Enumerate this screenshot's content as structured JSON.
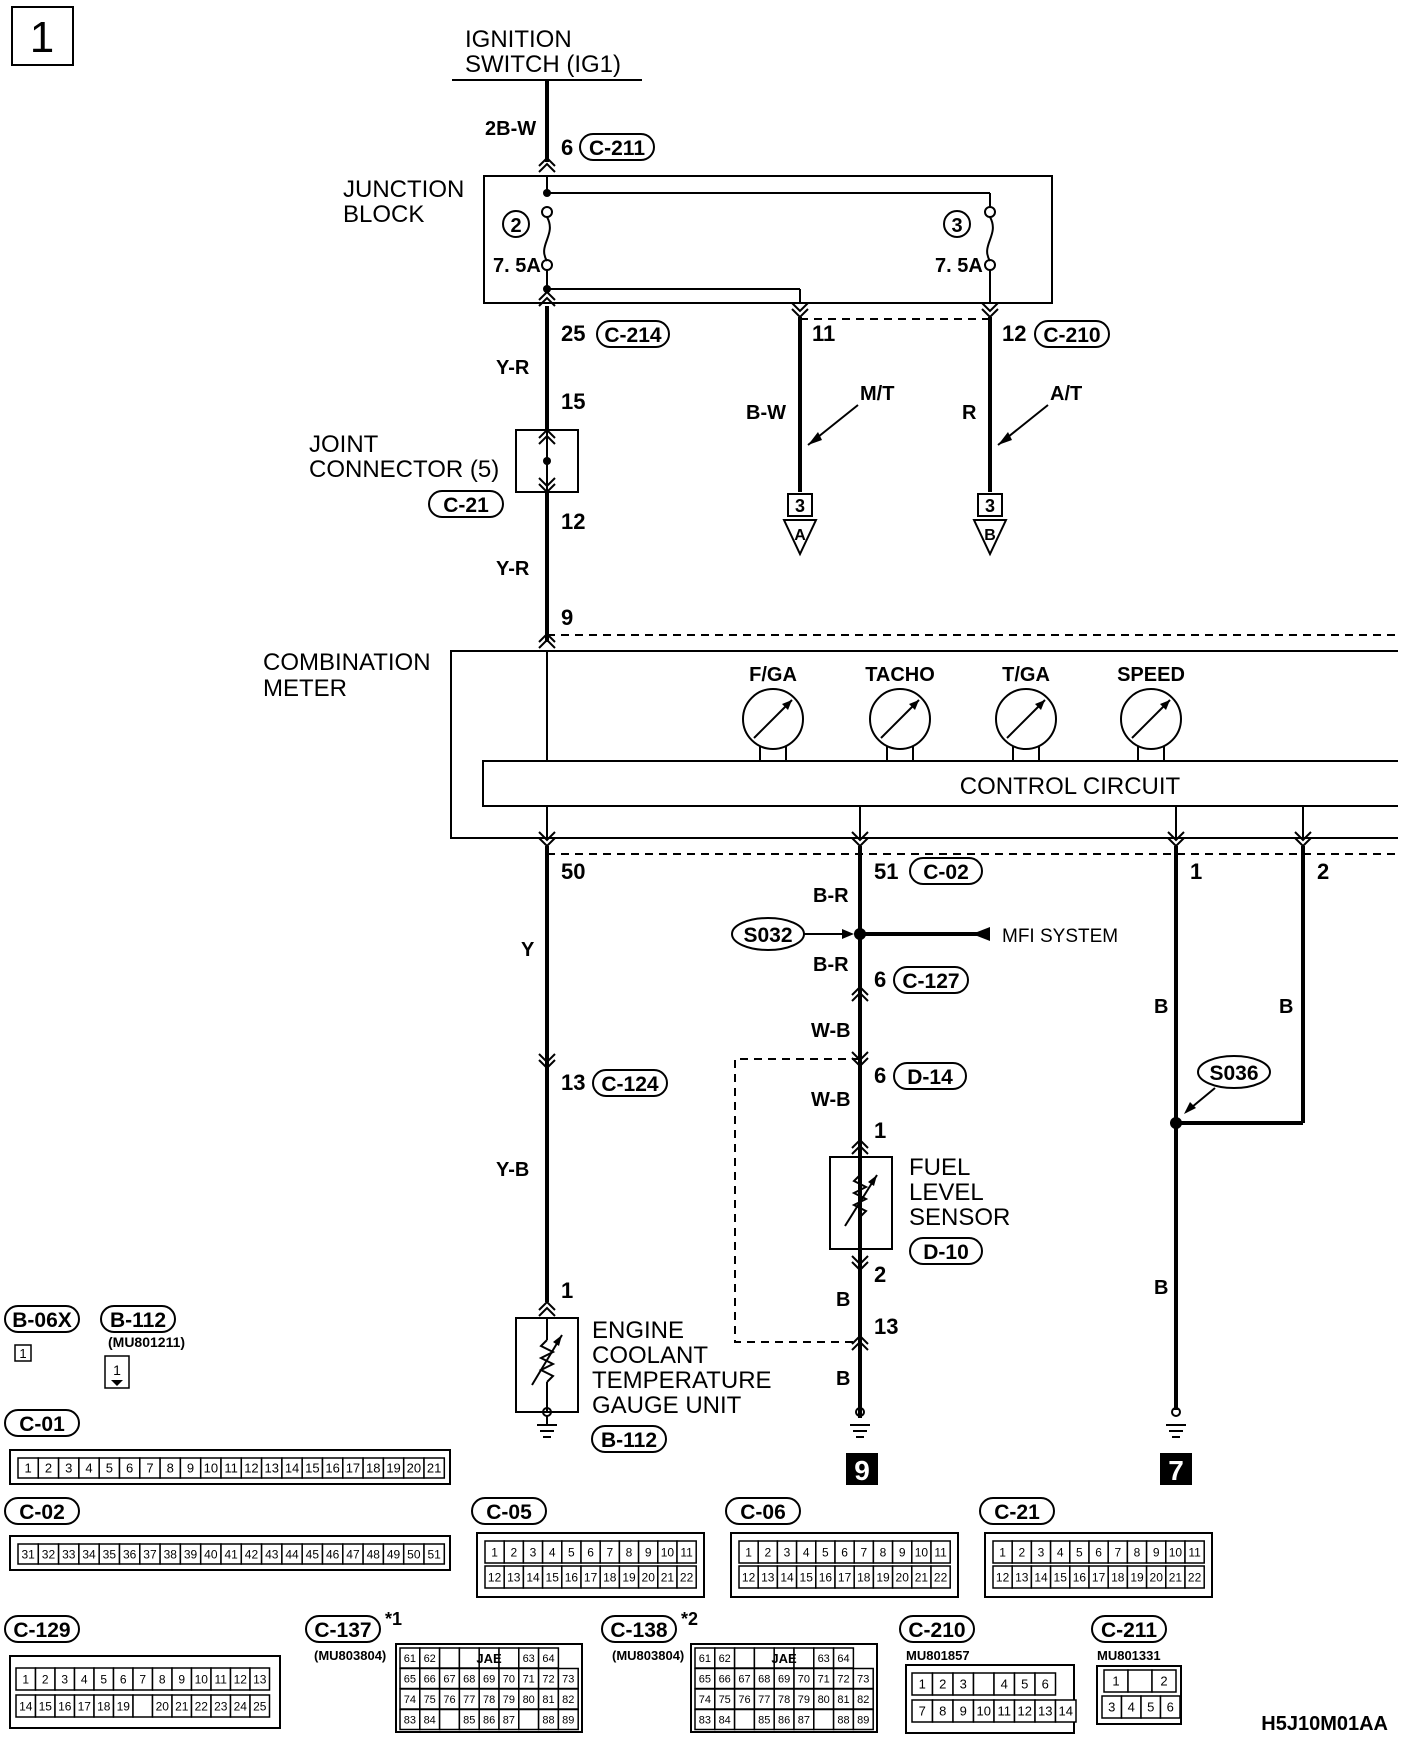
{
  "page_number": "1",
  "footer_code": "H5J10M01AA",
  "ignition": {
    "line1": "IGNITION",
    "line2": "SWITCH (IG1)"
  },
  "wire_2bw": {
    "color": "2B-W",
    "pin": "6",
    "conn": "C-211"
  },
  "junction_block": {
    "line1": "JUNCTION",
    "line2": "BLOCK",
    "fuse2_num": "2",
    "fuse2_rating": "7. 5A",
    "fuse3_num": "3",
    "fuse3_rating": "7. 5A"
  },
  "jb_out": {
    "pin25": "25",
    "conn214": "C-214",
    "pin11": "11",
    "pin12": "12",
    "conn210": "C-210"
  },
  "wire_yr1": "Y-R",
  "joint": {
    "line1": "JOINT",
    "line2": "CONNECTOR (5)",
    "conn": "C-21",
    "pin_in": "15",
    "pin_out": "12"
  },
  "wire_yr2": "Y-R",
  "branch_mt": {
    "wire": "B-W",
    "label": "M/T",
    "sheet": "3",
    "letter": "A"
  },
  "branch_at": {
    "wire": "R",
    "label": "A/T",
    "sheet": "3",
    "letter": "B"
  },
  "meter": {
    "line1": "COMBINATION",
    "line2": "METER",
    "pin_in": "9",
    "control": "CONTROL CIRCUIT",
    "gauges": [
      "F/GA",
      "TACHO",
      "T/GA",
      "SPEED"
    ]
  },
  "meter_out": {
    "pin50": "50",
    "pin51": "51",
    "conn02": "C-02",
    "pin1": "1",
    "pin2": "2"
  },
  "coolant_path": {
    "wire_y": "Y",
    "pin13": "13",
    "conn124": "C-124",
    "wire_yb": "Y-B",
    "pin1": "1",
    "line1": "ENGINE",
    "line2": "COOLANT",
    "line3": "TEMPERATURE",
    "line4": "GAUGE UNIT",
    "conn": "B-112"
  },
  "fuel_path": {
    "wire_br1": "B-R",
    "splice": "S032",
    "mfi": "MFI SYSTEM",
    "wire_br2": "B-R",
    "pin6a": "6",
    "conn127": "C-127",
    "wire_wb1": "W-B",
    "pin6b": "6",
    "conn14": "D-14",
    "wire_wb2": "W-B",
    "pin1": "1",
    "line1": "FUEL",
    "line2": "LEVEL",
    "line3": "SENSOR",
    "conn": "D-10",
    "pin2": "2",
    "wire_b1": "B",
    "pin13": "13",
    "wire_b2": "B",
    "ground_ref": "9"
  },
  "ground_path": {
    "wire_b1": "B",
    "wire_b2": "B",
    "splice": "S036",
    "wire_b3": "B",
    "ground_ref": "7"
  },
  "connector_views": {
    "b06x": "B-06X",
    "b06x_pin": "1",
    "b112": "B-112",
    "b112_part": "(MU801211)",
    "b112_pin": "1",
    "c01": "C-01",
    "c01_pins": [
      "1",
      "2",
      "3",
      "4",
      "5",
      "6",
      "7",
      "8",
      "9",
      "10",
      "11",
      "12",
      "13",
      "14",
      "15",
      "16",
      "17",
      "18",
      "19",
      "20",
      "21"
    ],
    "c02": "C-02",
    "c02_pins": [
      "31",
      "32",
      "33",
      "34",
      "35",
      "36",
      "37",
      "38",
      "39",
      "40",
      "41",
      "42",
      "43",
      "44",
      "45",
      "46",
      "47",
      "48",
      "49",
      "50",
      "51"
    ],
    "c05": "C-05",
    "c06": "C-06",
    "c21": "C-21",
    "c22_row1": [
      "1",
      "2",
      "3",
      "4",
      "5",
      "6",
      "7",
      "8",
      "9",
      "10",
      "11"
    ],
    "c22_row2": [
      "12",
      "13",
      "14",
      "15",
      "16",
      "17",
      "18",
      "19",
      "20",
      "21",
      "22"
    ],
    "c129": "C-129",
    "c129_row1": [
      "1",
      "2",
      "3",
      "4",
      "5",
      "6",
      "7",
      "8",
      "9",
      "10",
      "11",
      "12",
      "13"
    ],
    "c129_row2": [
      "14",
      "15",
      "16",
      "17",
      "18",
      "19",
      "",
      "20",
      "21",
      "22",
      "23",
      "24",
      "25"
    ],
    "c137": "C-137",
    "c137_note": "*1",
    "c137_part": "(MU803804)",
    "c138": "C-138",
    "c138_note": "*2",
    "c138_part": "(MU803804)",
    "jae_label": "JAE",
    "jae_rows": [
      [
        "61",
        "62",
        "",
        "",
        "",
        "",
        "63",
        "64"
      ],
      [
        "65",
        "66",
        "67",
        "68",
        "69",
        "70",
        "71",
        "72",
        "73"
      ],
      [
        "74",
        "75",
        "76",
        "77",
        "78",
        "79",
        "80",
        "81",
        "82"
      ],
      [
        "83",
        "84",
        "",
        "85",
        "86",
        "87",
        "",
        "88",
        "89"
      ]
    ],
    "c210": "C-210",
    "c210_part": "MU801857",
    "c210_row1": [
      "1",
      "2",
      "3",
      "",
      "4",
      "5",
      "6"
    ],
    "c210_row2": [
      "7",
      "8",
      "9",
      "10",
      "11",
      "12",
      "13",
      "14"
    ],
    "c211": "C-211",
    "c211_part": "MU801331",
    "c211_row1": [
      "1",
      "",
      "2"
    ],
    "c211_row2": [
      "3",
      "4",
      "5",
      "6"
    ]
  }
}
